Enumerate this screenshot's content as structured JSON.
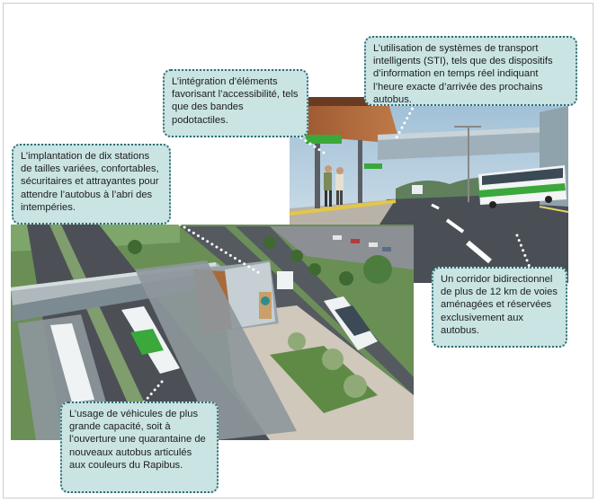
{
  "callouts": {
    "stations": "L’implantation de dix stations de tailles variées, confortables, sécuritaires et attrayantes pour attendre l’autobus à l’abri des intempéries.",
    "accessibility": "L’intégration d’éléments favorisant l’accessibilité, tels que des bandes podotactiles.",
    "sti": "L’utilisation de systèmes de transport intelligents (STI), tels que des dispositifs d’information en temps réel indiquant l’heure exacte d’arrivée des prochains autobus.",
    "corridor": "Un corridor bidirectionnel de plus de 12 km de voies aménagées et réservées exclusivement aux autobus.",
    "vehicles": "L’usage de véhicules de plus grande capacité, soit à l’ouverture une quarantaine de nouveaux autobus articulés aux couleurs du Rapibus."
  },
  "colors": {
    "callout_fill": "#c9e4e3",
    "callout_border": "#2e6c72",
    "bus_green": "#3aa83b",
    "roof_wood": "#8a4a2a"
  }
}
